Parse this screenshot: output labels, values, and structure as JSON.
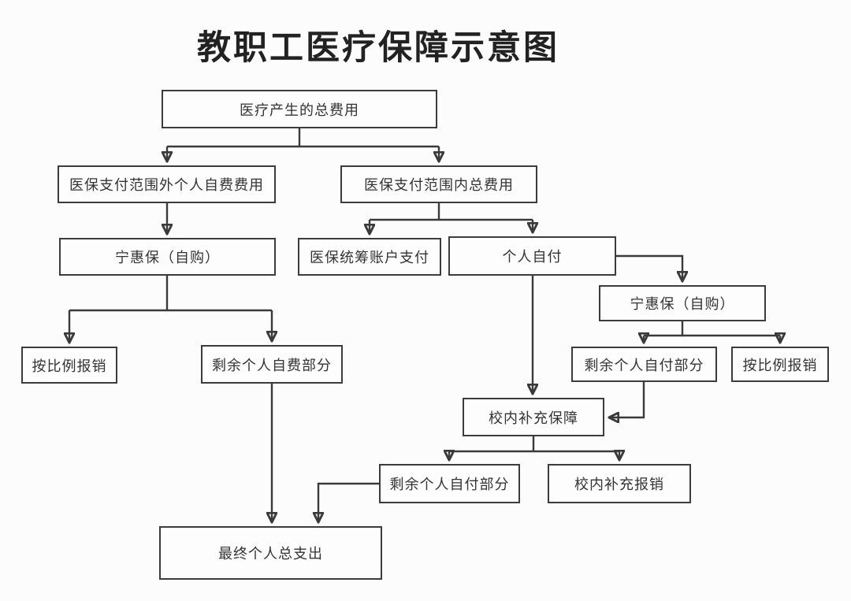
{
  "title": "教职工医疗保障示意图",
  "nodes": {
    "total_cost": "医疗产生的总费用",
    "out_of_scope_self_funded": "医保支付范围外个人自费费用",
    "in_scope_total": "医保支付范围内总费用",
    "ninghuibao_left": "宁惠保（自购）",
    "pooled_account_pay": "医保统筹账户支付",
    "personal_self_pay": "个人自付",
    "ninghuibao_right": "宁惠保（自购）",
    "proportional_reimburse_left": "按比例报销",
    "remaining_self_funded": "剩余个人自费部分",
    "remaining_self_pay_right": "剩余个人自付部分",
    "proportional_reimburse_right": "按比例报销",
    "school_supplement_guarantee": "校内补充保障",
    "remaining_self_pay_bottom": "剩余个人自付部分",
    "school_supplement_reimburse": "校内补充报销",
    "final_personal_total": "最终个人总支出"
  },
  "edges": [
    {
      "from": "total_cost",
      "to": "out_of_scope_self_funded"
    },
    {
      "from": "total_cost",
      "to": "in_scope_total"
    },
    {
      "from": "out_of_scope_self_funded",
      "to": "ninghuibao_left"
    },
    {
      "from": "in_scope_total",
      "to": "pooled_account_pay"
    },
    {
      "from": "in_scope_total",
      "to": "personal_self_pay"
    },
    {
      "from": "ninghuibao_left",
      "to": "proportional_reimburse_left"
    },
    {
      "from": "ninghuibao_left",
      "to": "remaining_self_funded"
    },
    {
      "from": "personal_self_pay",
      "to": "ninghuibao_right"
    },
    {
      "from": "personal_self_pay",
      "to": "school_supplement_guarantee"
    },
    {
      "from": "ninghuibao_right",
      "to": "remaining_self_pay_right"
    },
    {
      "from": "ninghuibao_right",
      "to": "proportional_reimburse_right"
    },
    {
      "from": "remaining_self_pay_right",
      "to": "school_supplement_guarantee"
    },
    {
      "from": "school_supplement_guarantee",
      "to": "remaining_self_pay_bottom"
    },
    {
      "from": "school_supplement_guarantee",
      "to": "school_supplement_reimburse"
    },
    {
      "from": "remaining_self_funded",
      "to": "final_personal_total"
    },
    {
      "from": "remaining_self_pay_bottom",
      "to": "final_personal_total"
    }
  ],
  "colors": {
    "line": "#3a3a3a",
    "box_border": "#3c3c3c",
    "text": "#333333",
    "background": "#fcfcfc"
  }
}
